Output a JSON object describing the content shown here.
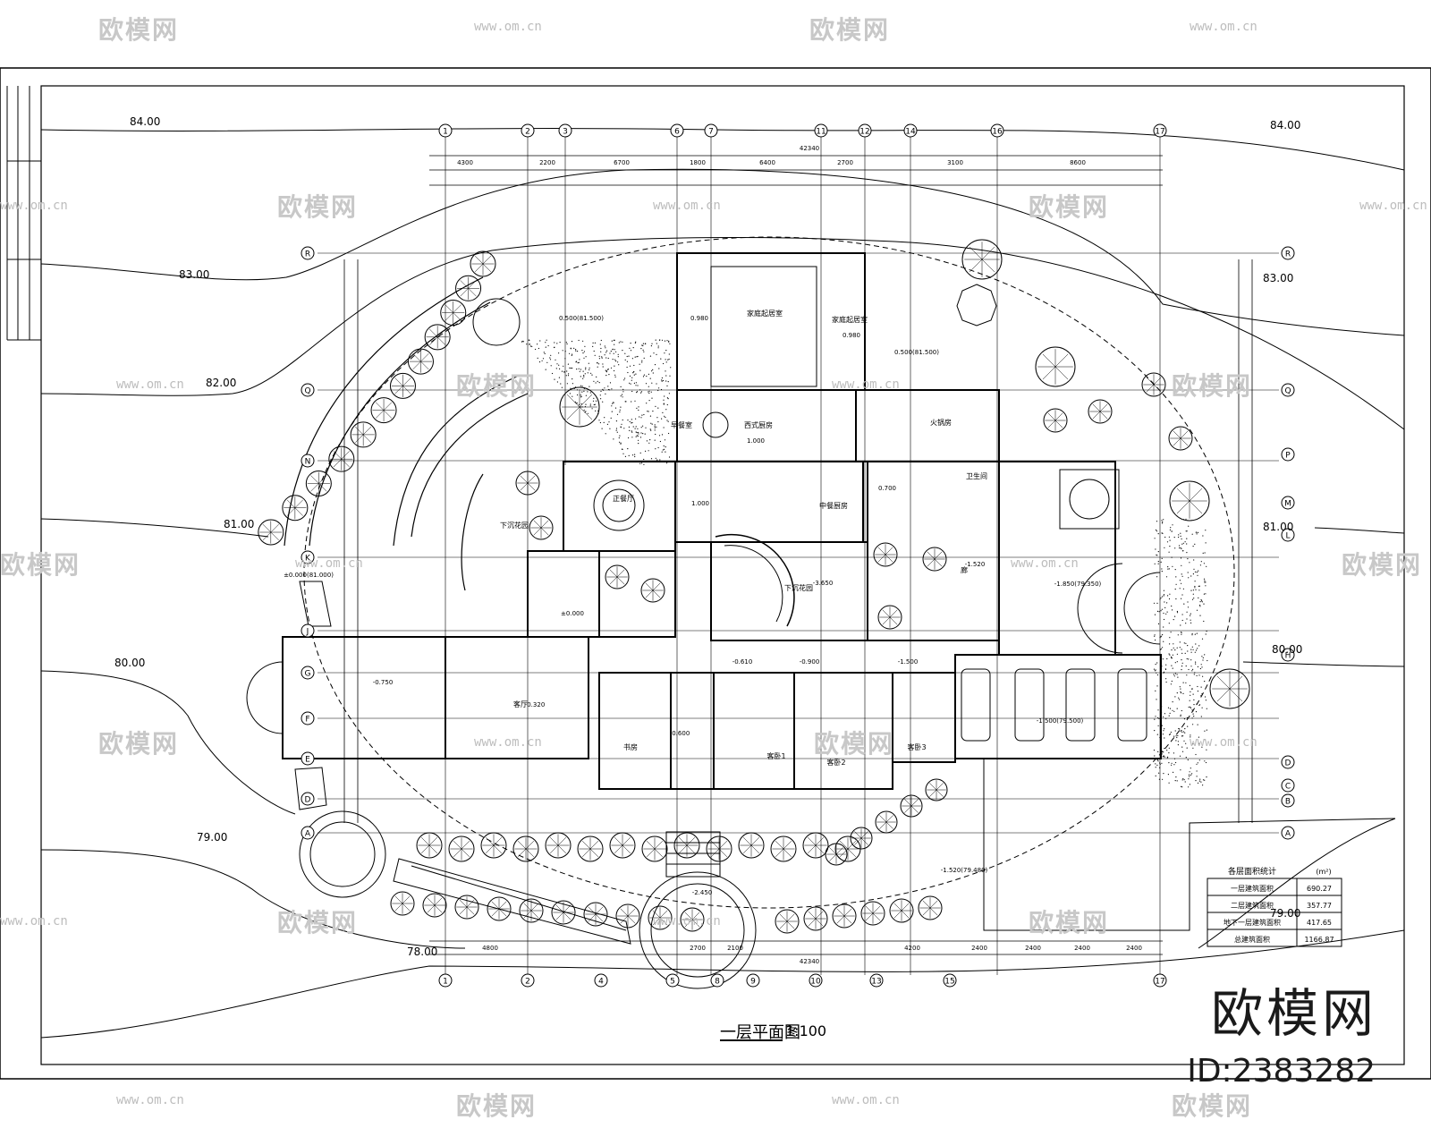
{
  "drawing": {
    "title": "一层平面图",
    "scale": "1:100",
    "total_dim": "42340"
  },
  "watermarks": {
    "brand": "欧模网",
    "url": "www.om.cn",
    "id": "ID:2383282"
  },
  "contours": [
    "84.00",
    "83.00",
    "82.00",
    "81.00",
    "80.00",
    "79.00",
    "78.00"
  ],
  "contours_right": [
    "84.00",
    "83.00",
    "81.00",
    "80.00",
    "79.00"
  ],
  "axes_top": [
    "1",
    "2",
    "3",
    "6",
    "7",
    "11",
    "12",
    "14",
    "16",
    "17"
  ],
  "axes_bottom": [
    "1",
    "2",
    "4",
    "5",
    "8",
    "9",
    "10",
    "13",
    "15",
    "17"
  ],
  "axes_left": [
    "R",
    "Q",
    "N",
    "K",
    "J",
    "G",
    "F",
    "E",
    "D",
    "A"
  ],
  "axes_right": [
    "R",
    "Q",
    "P",
    "M",
    "L",
    "H",
    "D",
    "C",
    "B",
    "A"
  ],
  "top_dims_major": [
    "4300",
    "2200",
    "6700",
    "1800",
    "6400",
    "2700",
    "3100",
    "8600"
  ],
  "bottom_dims_major": [
    "4800",
    "2700",
    "2100",
    "4200",
    "2400",
    "2400",
    "2400",
    "2400"
  ],
  "rooms": [
    {
      "name": "家庭起居室"
    },
    {
      "name": "家庭起居室"
    },
    {
      "name": "早餐室"
    },
    {
      "name": "西式厨房"
    },
    {
      "name": "火锅房"
    },
    {
      "name": "卫生间"
    },
    {
      "name": "正餐厅"
    },
    {
      "name": "中餐厨房"
    },
    {
      "name": "下沉花园"
    },
    {
      "name": "客厅"
    },
    {
      "name": "书房"
    },
    {
      "name": "客卧1"
    },
    {
      "name": "客卧2"
    },
    {
      "name": "客卧3"
    },
    {
      "name": "廊"
    },
    {
      "name": "下沉花园"
    }
  ],
  "levels": [
    "0.500(81.500)",
    "0.980",
    "0.980",
    "0.500(81.500)",
    "1.000",
    "±0.000(81.000)",
    "-0.750",
    "-0.320",
    "-0.600",
    "-0.610",
    "-0.900",
    "-1.500",
    "-1.520",
    "-1.850(79.350)",
    "-1.500(79.500)",
    "-1.520(79.480)",
    "-2.450",
    "-3.650",
    "1.000",
    "0.700",
    "±0.000"
  ],
  "area_table": {
    "title": "各层面积统计",
    "unit": "(m²)",
    "rows": [
      {
        "label": "一层建筑面积",
        "value": "690.27"
      },
      {
        "label": "二层建筑面积",
        "value": "357.77"
      },
      {
        "label": "地下一层建筑面积",
        "value": "417.65"
      },
      {
        "label": "总建筑面积",
        "value": "1166.87"
      }
    ]
  }
}
